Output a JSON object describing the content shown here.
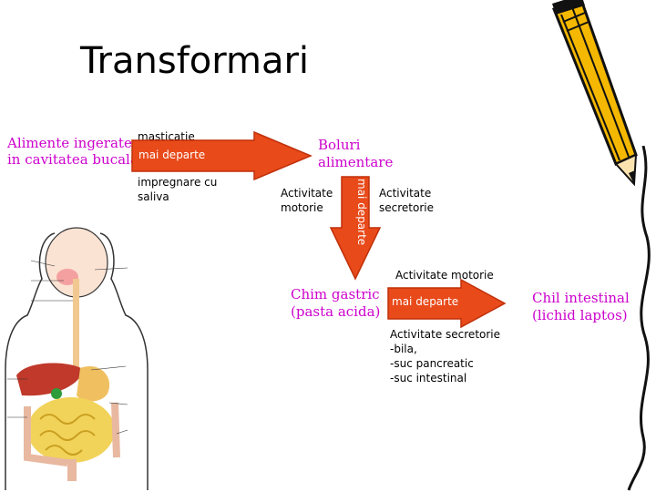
{
  "title": "Transformari",
  "nodes": {
    "food": [
      "Alimente ingerate",
      "in cavitatea bucala"
    ],
    "bolus": [
      "Boluri",
      "alimentare"
    ],
    "chyme": [
      "Chim gastric",
      "(pasta acida)"
    ],
    "chyle": [
      "Chil intestinal",
      "(lichid laptos)"
    ]
  },
  "arrows": {
    "a1": {
      "label": "mai departe",
      "above": "masticatie",
      "below": [
        "impregnare cu",
        "saliva"
      ]
    },
    "a2": {
      "label": "mai departe",
      "left": [
        "Activitate",
        "motorie"
      ],
      "right": [
        "Activitate",
        "secretorie"
      ]
    },
    "a3": {
      "label": "mai departe",
      "above": "Activitate motorie",
      "below": [
        "Activitate secretorie",
        "-bila,",
        "-suc pancreatic",
        "-suc intestinal"
      ]
    }
  },
  "colors": {
    "arrow_fill": "#e84a1a",
    "arrow_edge": "#c0300a",
    "node_text": "#cc00cc",
    "pencil_body": "#f5b800",
    "pencil_tip": "#111111"
  }
}
